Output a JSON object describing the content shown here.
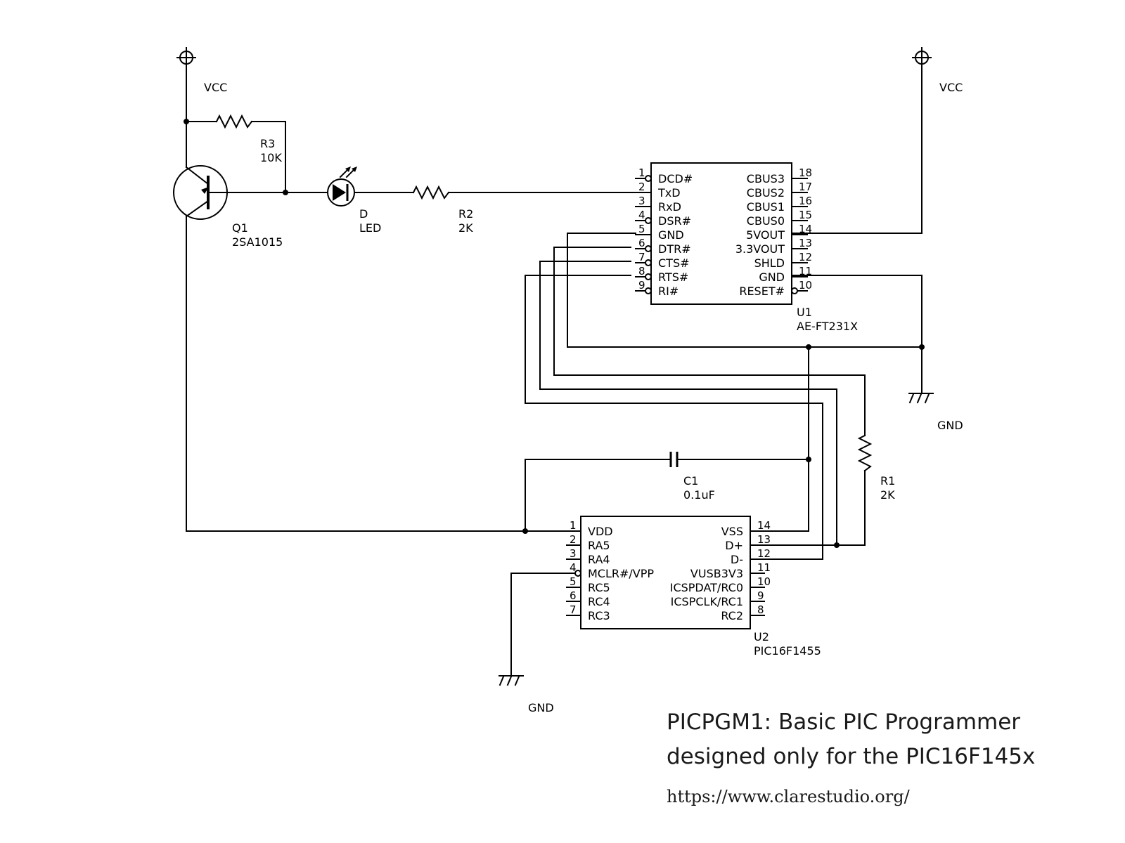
{
  "title": {
    "line1": "PICPGM1: Basic PIC Programmer",
    "line2": "designed only for the PIC16F145x",
    "url": "https://www.clarestudio.org/"
  },
  "power": {
    "vcc_left": "VCC",
    "vcc_right": "VCC",
    "gnd_right": "GND",
    "gnd_bottom": "GND"
  },
  "components": {
    "q1": {
      "ref": "Q1",
      "value": "2SA1015"
    },
    "r3": {
      "ref": "R3",
      "value": "10K"
    },
    "d": {
      "ref": "D",
      "value": "LED"
    },
    "r2": {
      "ref": "R2",
      "value": "2K"
    },
    "r1": {
      "ref": "R1",
      "value": "2K"
    },
    "c1": {
      "ref": "C1",
      "value": "0.1uF"
    }
  },
  "u1": {
    "ref": "U1",
    "value": "AE-FT231X",
    "left_pins": [
      {
        "num": "1",
        "name": "DCD#"
      },
      {
        "num": "2",
        "name": "TxD"
      },
      {
        "num": "3",
        "name": "RxD"
      },
      {
        "num": "4",
        "name": "DSR#"
      },
      {
        "num": "5",
        "name": "GND"
      },
      {
        "num": "6",
        "name": "DTR#"
      },
      {
        "num": "7",
        "name": "CTS#"
      },
      {
        "num": "8",
        "name": "RTS#"
      },
      {
        "num": "9",
        "name": "RI#"
      }
    ],
    "right_pins": [
      {
        "num": "18",
        "name": "CBUS3"
      },
      {
        "num": "17",
        "name": "CBUS2"
      },
      {
        "num": "16",
        "name": "CBUS1"
      },
      {
        "num": "15",
        "name": "CBUS0"
      },
      {
        "num": "14",
        "name": "5VOUT"
      },
      {
        "num": "13",
        "name": "3.3VOUT"
      },
      {
        "num": "12",
        "name": "SHLD"
      },
      {
        "num": "11",
        "name": "GND"
      },
      {
        "num": "10",
        "name": "RESET#"
      }
    ]
  },
  "u2": {
    "ref": "U2",
    "value": "PIC16F1455",
    "left_pins": [
      {
        "num": "1",
        "name": "VDD"
      },
      {
        "num": "2",
        "name": "RA5"
      },
      {
        "num": "3",
        "name": "RA4"
      },
      {
        "num": "4",
        "name": "MCLR#/VPP"
      },
      {
        "num": "5",
        "name": "RC5"
      },
      {
        "num": "6",
        "name": "RC4"
      },
      {
        "num": "7",
        "name": "RC3"
      }
    ],
    "right_pins": [
      {
        "num": "14",
        "name": "VSS"
      },
      {
        "num": "13",
        "name": "D+"
      },
      {
        "num": "12",
        "name": "D-"
      },
      {
        "num": "11",
        "name": "VUSB3V3"
      },
      {
        "num": "10",
        "name": "ICSPDAT/RC0"
      },
      {
        "num": "9",
        "name": "ICSPCLK/RC1"
      },
      {
        "num": "8",
        "name": "RC2"
      }
    ]
  }
}
